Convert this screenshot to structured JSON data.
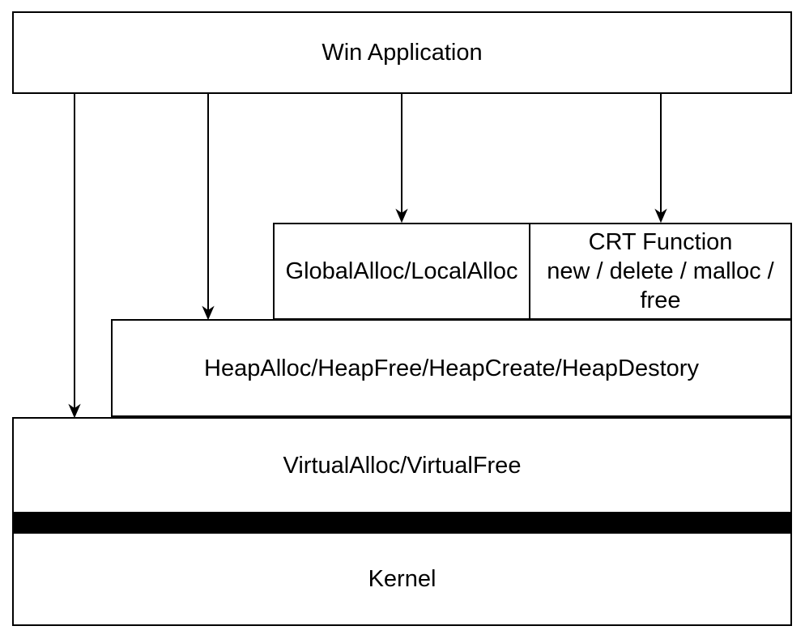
{
  "diagram": {
    "win_box": {
      "label": "Win Application"
    },
    "global_box": {
      "label": "GlobalAlloc/LocalAlloc"
    },
    "crt_box": {
      "lines": [
        "CRT Function",
        "new / delete / malloc /",
        "free"
      ]
    },
    "heap_box": {
      "label": "HeapAlloc/HeapFree/HeapCreate/HeapDestory"
    },
    "virtual_box": {
      "label": "VirtualAlloc/VirtualFree"
    },
    "kernel_box": {
      "label": "Kernel"
    },
    "colors": {
      "border": "#000000",
      "background": "#ffffff",
      "separator_bar": "#000000"
    }
  }
}
